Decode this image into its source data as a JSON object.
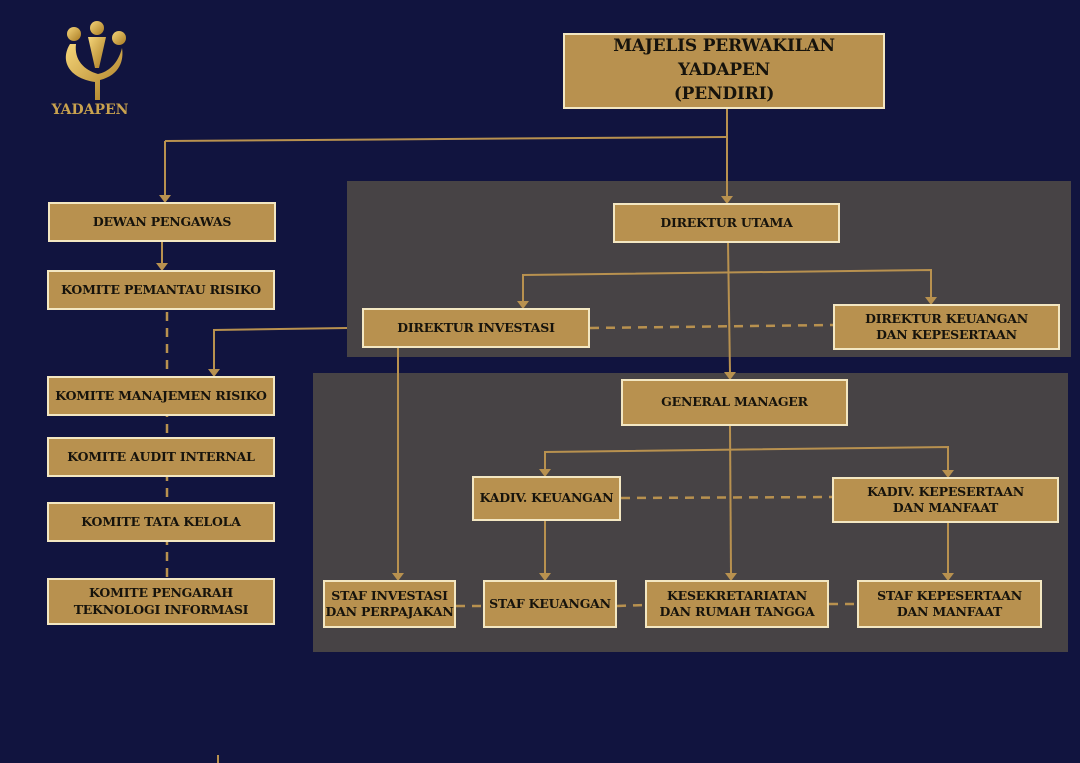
{
  "logo": {
    "text": "YADAPEN"
  },
  "colors": {
    "background": "#11143f",
    "panel": "#474345",
    "box": "#b8914f",
    "box_border": "#f3e7c2",
    "line": "#b8914f"
  },
  "boxes": {
    "majelis": "MAJELIS PERWAKILAN YADAPEN\n(PENDIRI)",
    "dewan_pengawas": "DEWAN PENGAWAS",
    "komite_pemantau_risiko": "KOMITE PEMANTAU RISIKO",
    "komite_manajemen_risiko": "KOMITE MANAJEMEN RISIKO",
    "komite_audit_internal": "KOMITE AUDIT INTERNAL",
    "komite_tata_kelola": "KOMITE TATA KELOLA",
    "komite_pengarah_ti": "KOMITE PENGARAH\nTEKNOLOGI INFORMASI",
    "direktur_utama": "DIREKTUR UTAMA",
    "direktur_investasi": "DIREKTUR INVESTASI",
    "direktur_keuangan": "DIREKTUR KEUANGAN\nDAN KEPESERTAAN",
    "general_manager": "GENERAL MANAGER",
    "kadiv_keuangan": "KADIV. KEUANGAN",
    "kadiv_kepesertaan": "KADIV. KEPESERTAAN\nDAN MANFAAT",
    "staf_investasi": "STAF INVESTASI\nDAN PERPAJAKAN",
    "staf_keuangan": "STAF KEUANGAN",
    "kesekretariatan": "KESEKRETARIATAN\nDAN RUMAH TANGGA",
    "staf_kepesertaan": "STAF KEPESERTAAN\nDAN MANFAAT"
  }
}
